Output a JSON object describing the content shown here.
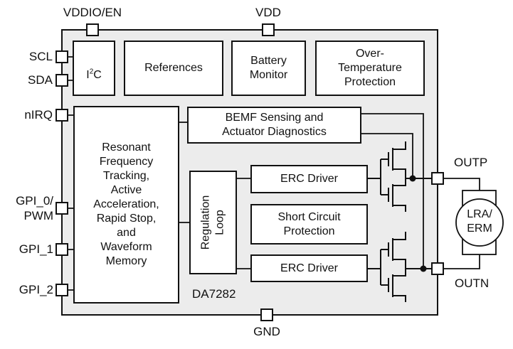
{
  "colors": {
    "background": "#ffffff",
    "chip_fill": "#ececec",
    "block_fill": "#ffffff",
    "line": "#111111",
    "text": "#111111"
  },
  "chip": {
    "part_number": "DA7282"
  },
  "pins": {
    "vddio_en": "VDDIO/EN",
    "vdd": "VDD",
    "scl": "SCL",
    "sda": "SDA",
    "nirq": "nIRQ",
    "gpi0_pwm": "GPI_0/\nPWM",
    "gpi1": "GPI_1",
    "gpi2": "GPI_2",
    "gnd": "GND",
    "outp": "OUTP",
    "outn": "OUTN"
  },
  "blocks": {
    "i2c": {
      "base": "I",
      "sup": "2",
      "rest": "C"
    },
    "references": "References",
    "battery_monitor": "Battery\nMonitor",
    "over_temperature": "Over-\nTemperature\nProtection",
    "bemf": "BEMF Sensing and\nActuator Diagnostics",
    "resonant": "Resonant\nFrequency\nTracking,\nActive\nAcceleration,\nRapid Stop,\nand\nWaveform\nMemory",
    "regulation_loop": "Regulation\nLoop",
    "erc_driver_top": "ERC Driver",
    "short_circuit": "Short Circuit\nProtection",
    "erc_driver_bottom": "ERC Driver"
  },
  "load": {
    "label": "LRA/\nERM"
  }
}
